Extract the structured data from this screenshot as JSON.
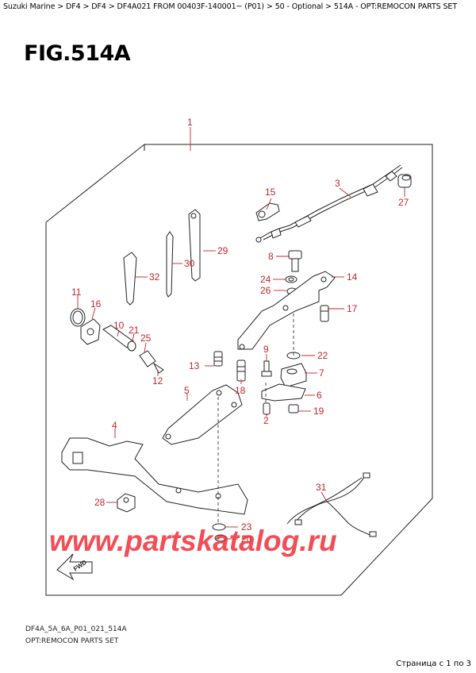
{
  "breadcrumb": "Suzuki Marine > DF4 > DF4 > DF4A021 FROM 00403F-140001~ (P01) > 50 - Optional > 514A - OPT:REMOCON PARTS SET",
  "figure_title": "FIG.514A",
  "diagram_code": "DF4A_5A_6A_P01_021_514A",
  "diagram_subtitle": "OPT:REMOCON PARTS SET",
  "pager": "Страница с 1 по 3",
  "watermark": "www.partskatalog.ru",
  "fwd_label": "FWD",
  "callouts": [
    "1",
    "2",
    "3",
    "4",
    "5",
    "6",
    "7",
    "8",
    "9",
    "10",
    "11",
    "12",
    "13",
    "14",
    "15",
    "16",
    "17",
    "18",
    "19",
    "20",
    "21",
    "22",
    "23",
    "24",
    "25",
    "26",
    "27",
    "28",
    "29",
    "30",
    "31",
    "32"
  ],
  "colors": {
    "callout": "#c0262b",
    "watermark": "#f0303a"
  }
}
